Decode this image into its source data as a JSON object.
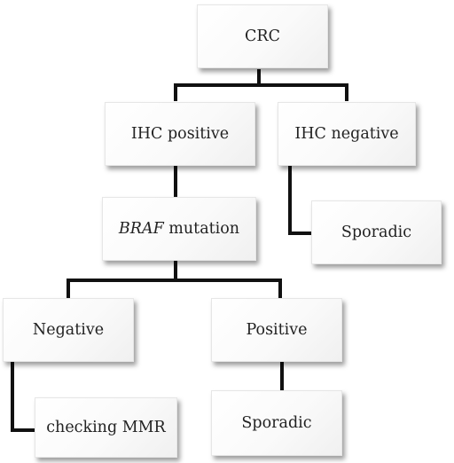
{
  "nodes": {
    "crc": "CRC",
    "ihc_positive": "IHC positive",
    "ihc_negative": "IHC negative",
    "braf_gene": "BRAF",
    "braf_suffix": " mutation",
    "sporadic_top": "Sporadic",
    "negative": "Negative",
    "positive": "Positive",
    "checking_mmr": "checking MMR",
    "sporadic_bottom": "Sporadic"
  },
  "colors": {
    "connector": "#111111",
    "box_fill": "#fafafa",
    "text": "#222222"
  }
}
